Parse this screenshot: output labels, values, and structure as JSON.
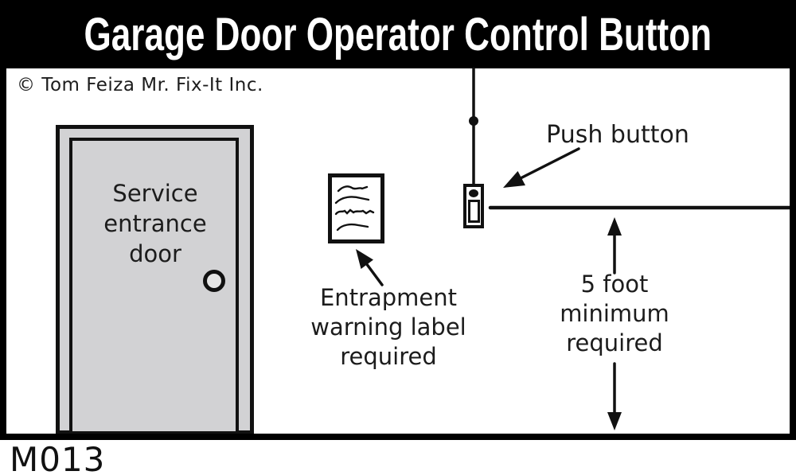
{
  "title": "Garage Door Operator Control Button",
  "copyright": "© Tom Feiza Mr. Fix-It Inc.",
  "diagram_code": "M013",
  "door": {
    "label": [
      "Service",
      "entrance",
      "door"
    ]
  },
  "labels": {
    "push_button": "Push button",
    "entrapment": [
      "Entrapment",
      "warning label",
      "required"
    ],
    "clearance": [
      "5 foot",
      "minimum",
      "required"
    ]
  },
  "colors": {
    "titlebar_bg": "#000000",
    "title_text": "#ffffff",
    "ink": "#111111",
    "door_gray": "#d2d2d4",
    "knob_gray": "#e6e6e6",
    "canvas_bg": "#ffffff"
  }
}
